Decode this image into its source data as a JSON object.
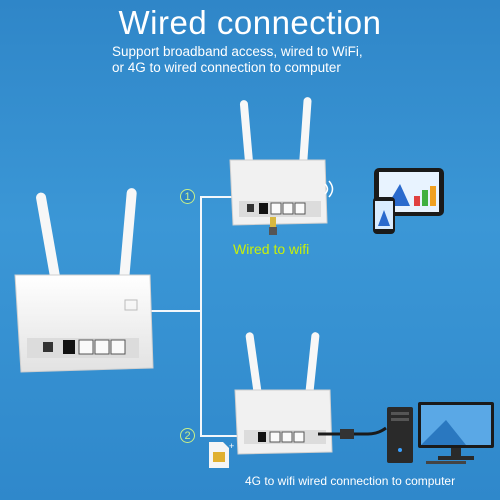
{
  "title": "Wired connection",
  "subtitle": {
    "line1": "Support broadband access, wired to WiFi,",
    "line2": "or 4G to wired connection to computer"
  },
  "steps": [
    {
      "number": "1",
      "label": "Wired to wifi"
    },
    {
      "number": "2",
      "label": "4G to wifi wired connection to computer"
    }
  ],
  "colors": {
    "background": "#2f86c8",
    "accent": "#c8f00a",
    "router": "#f2f2f2"
  },
  "icons": [
    "router-icon",
    "tablet-icon",
    "phone-icon",
    "computer-tower-icon",
    "monitor-icon",
    "sim-card-icon",
    "wifi-waves-icon"
  ]
}
